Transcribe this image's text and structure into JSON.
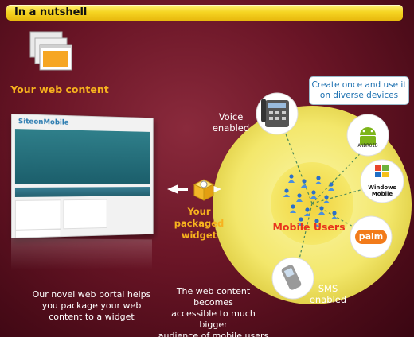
{
  "header": {
    "title": "In a nutshell"
  },
  "left": {
    "web_content_label": "Your web content",
    "portal_desc": [
      "Our novel web portal helps",
      "you package your web",
      "content to a widget"
    ]
  },
  "middle": {
    "packaged_label": [
      "Your",
      "packaged",
      "widget"
    ],
    "content_desc": [
      "The web content becomes",
      "accessible to much bigger",
      "audience of mobile users"
    ]
  },
  "right": {
    "create_once": [
      "Create once and use it",
      "on diverse devices"
    ],
    "voice_label": [
      "Voice",
      "enabled"
    ],
    "sms_label": [
      "SMS",
      "enabled"
    ],
    "mobile_users": "Mobile Users",
    "devices": {
      "android": "ANDROID",
      "windows": [
        "Windows",
        "Mobile"
      ],
      "palm": "palm"
    }
  },
  "colors": {
    "background": "#6a1526",
    "accent": "#f7b21e",
    "circle": "#f5ec7a",
    "mobile_users_text": "#e8341c"
  },
  "icons": [
    "window-stack-icon",
    "widget-box-icon",
    "desk-phone-icon",
    "flip-phone-icon",
    "android-icon",
    "windows-mobile-icon",
    "palm-icon",
    "user-icon",
    "arrow-icon"
  ]
}
